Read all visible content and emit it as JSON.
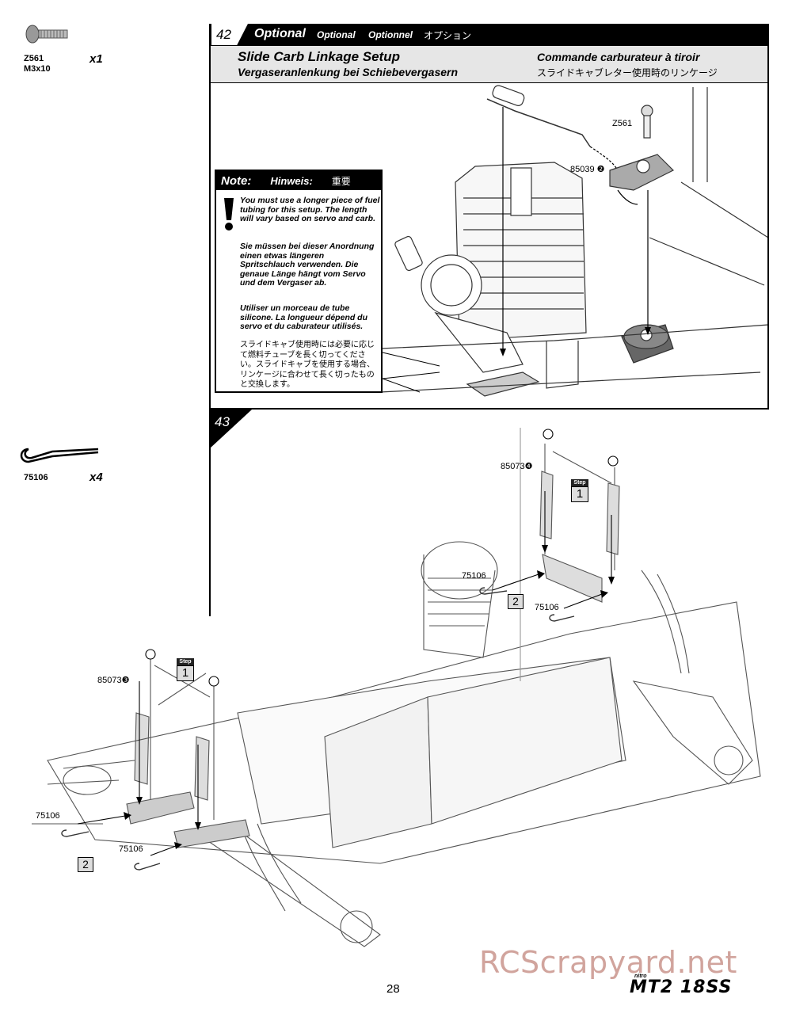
{
  "parts": {
    "screw": {
      "code": "Z561",
      "size": "M3x10",
      "qty": "x1",
      "icon": "screw-icon"
    },
    "clip": {
      "code": "75106",
      "qty": "x4",
      "icon": "body-clip-icon"
    }
  },
  "step42": {
    "number": "42",
    "optional_labels": [
      "Optional",
      "Optional",
      "Optionnel",
      "オプション"
    ],
    "title_en": "Slide Carb Linkage Setup",
    "title_de": "Vergaseranlenkung bei Schiebevergasern",
    "title_fr": "Commande carburateur à tiroir",
    "title_jp": "スライドキャブレター使用時のリンケージ",
    "note": {
      "headings": [
        "Note:",
        "Hinweis:",
        "重要"
      ],
      "icon": "exclamation-icon",
      "en": "You must use a longer piece of fuel tubing for this setup. The length will vary based on servo and carb.",
      "de": "Sie müssen bei dieser Anordnung einen etwas längeren Spritschlauch verwenden. Die genaue Länge hängt vom Servo und dem Vergaser ab.",
      "fr": "Utiliser un morceau de tube silicone. La longueur dépend du servo et du caburateur utilisés.",
      "jp": "スライドキャブ使用時には必要に応じて燃料チューブを長く切ってください。スライドキャブを使用する場合、リンケージに合わせて長く切ったものと交換します。"
    },
    "labels": {
      "screw": "Z561",
      "horn": "85039",
      "horn_marker": "❷"
    }
  },
  "step43": {
    "number": "43",
    "rear_post": "85073",
    "rear_post_marker": "❹",
    "front_post": "85073",
    "front_post_marker": "❸",
    "clip": "75106",
    "step_badge_word": "Step",
    "step_badge_num": "1",
    "box_num": "2"
  },
  "footer": {
    "page": "28",
    "brand_small": "nitro",
    "brand": "MT2 18SS",
    "watermark": "RCScrapyard.net"
  }
}
